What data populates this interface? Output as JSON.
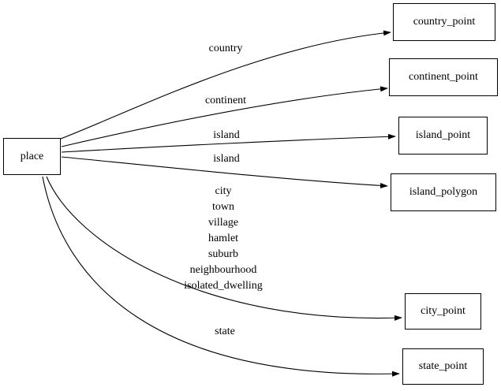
{
  "colors": {
    "background": "#ffffff",
    "node_fill": "#ffffff",
    "node_border": "#000000",
    "edge_stroke": "#000000",
    "text": "#000000"
  },
  "nodes": {
    "place": {
      "label": "place"
    },
    "country_point": {
      "label": "country_point"
    },
    "continent_point": {
      "label": "continent_point"
    },
    "island_point": {
      "label": "island_point"
    },
    "island_polygon": {
      "label": "island_polygon"
    },
    "city_point": {
      "label": "city_point"
    },
    "state_point": {
      "label": "state_point"
    }
  },
  "edge_labels": {
    "country": "country",
    "continent": "continent",
    "island_point": "island",
    "island_polygon": "island",
    "city_point": "city\ntown\nvillage\nhamlet\nsuburb\nneighbourhood\nisolated_dwelling",
    "state_point": "state"
  }
}
